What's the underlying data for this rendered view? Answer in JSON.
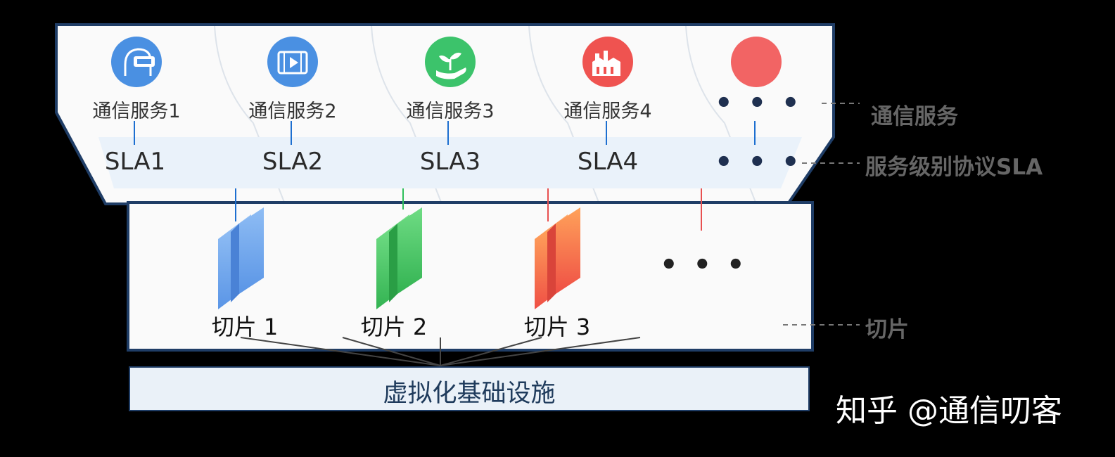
{
  "services": [
    {
      "name": "通信服务1",
      "icon": "vr-headset-icon",
      "color": "#4a90e2"
    },
    {
      "name": "通信服务2",
      "icon": "video-player-icon",
      "color": "#4a90e2"
    },
    {
      "name": "通信服务3",
      "icon": "plant-in-hand-icon",
      "color": "#3cc36b"
    },
    {
      "name": "通信服务4",
      "icon": "factory-icon",
      "color": "#ef5350"
    },
    {
      "name": "",
      "icon": "red-circle-icon",
      "color": "#f26464"
    }
  ],
  "ellipsis": "• • •",
  "slas": [
    "SLA1",
    "SLA2",
    "SLA3",
    "SLA4"
  ],
  "slices": [
    {
      "label": "切片 1",
      "color": "#6fa6ee"
    },
    {
      "label": "切片 2",
      "color": "#4cc865"
    },
    {
      "label": "切片 3",
      "color": "#f46d4e"
    }
  ],
  "side_labels": {
    "service": "通信服务",
    "sla": "服务级别协议SLA",
    "slice": "切片"
  },
  "infrastructure": "虚拟化基础设施",
  "watermark": "知乎 @通信叨客"
}
